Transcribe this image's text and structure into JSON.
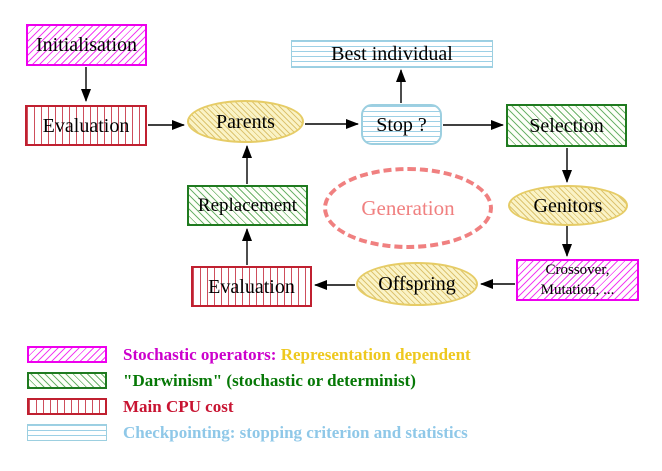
{
  "diagram": {
    "nodes": {
      "initialisation": "Initialisation",
      "evaluation_top": "Evaluation",
      "parents": "Parents",
      "best_individual": "Best individual",
      "stop": "Stop ?",
      "selection": "Selection",
      "genitors": "Genitors",
      "crossover_line1": "Crossover,",
      "crossover_line2": "Mutation, ...",
      "offspring": "Offspring",
      "evaluation_bottom": "Evaluation",
      "replacement": "Replacement",
      "generation": "Generation"
    },
    "edges": [
      {
        "from": "Initialisation",
        "to": "Evaluation"
      },
      {
        "from": "Evaluation",
        "to": "Parents"
      },
      {
        "from": "Parents",
        "to": "Stop ?"
      },
      {
        "from": "Stop ?",
        "to": "Best individual"
      },
      {
        "from": "Stop ?",
        "to": "Selection"
      },
      {
        "from": "Selection",
        "to": "Genitors"
      },
      {
        "from": "Genitors",
        "to": "Crossover, Mutation, ..."
      },
      {
        "from": "Crossover, Mutation, ...",
        "to": "Offspring"
      },
      {
        "from": "Offspring",
        "to": "Evaluation"
      },
      {
        "from": "Evaluation",
        "to": "Replacement"
      },
      {
        "from": "Replacement",
        "to": "Parents"
      }
    ]
  },
  "legend": {
    "items": [
      {
        "swatch": "magenta-diagonal-hatch",
        "text": "Stochastic operators:",
        "text2": "Representation dependent"
      },
      {
        "swatch": "green-diagonal-hatch",
        "text": "\"Darwinism\" (stochastic or determinist)",
        "text2": ""
      },
      {
        "swatch": "red-vertical-stripes",
        "text": "Main CPU cost",
        "text2": ""
      },
      {
        "swatch": "cyan-horizontal-stripes",
        "text": "Checkpointing: stopping criterion and statistics",
        "text2": ""
      }
    ]
  },
  "colors": {
    "magenta": "#ee00ee",
    "green": "#1f7a1f",
    "red": "#c02030",
    "cyan": "#9ccfe0",
    "yellow_border": "#e6cc66",
    "yellow_fill": "#faf3c6",
    "salmon": "#f08080",
    "gold_text": "#eec81e",
    "legend_magenta_text": "#cc00cc",
    "legend_green_text": "#067806",
    "legend_red_text": "#c81432",
    "legend_cyan_text": "#8fc8e8"
  }
}
